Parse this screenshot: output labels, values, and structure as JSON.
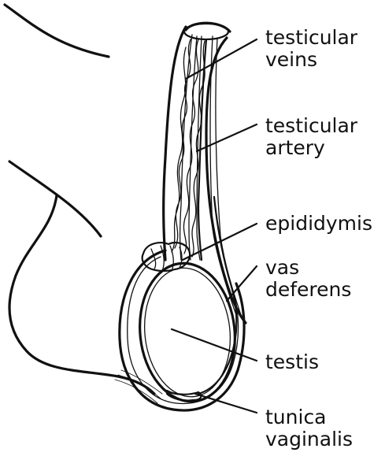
{
  "labels": {
    "testicular_veins": "testicular\nveins",
    "testicular_artery": "testicular\nartery",
    "epididymis": "epididymis",
    "vas_deferens": "vas\ndeferens",
    "testis": "testis",
    "tunica_vaginalis": "tunica\nvaginalis"
  }
}
